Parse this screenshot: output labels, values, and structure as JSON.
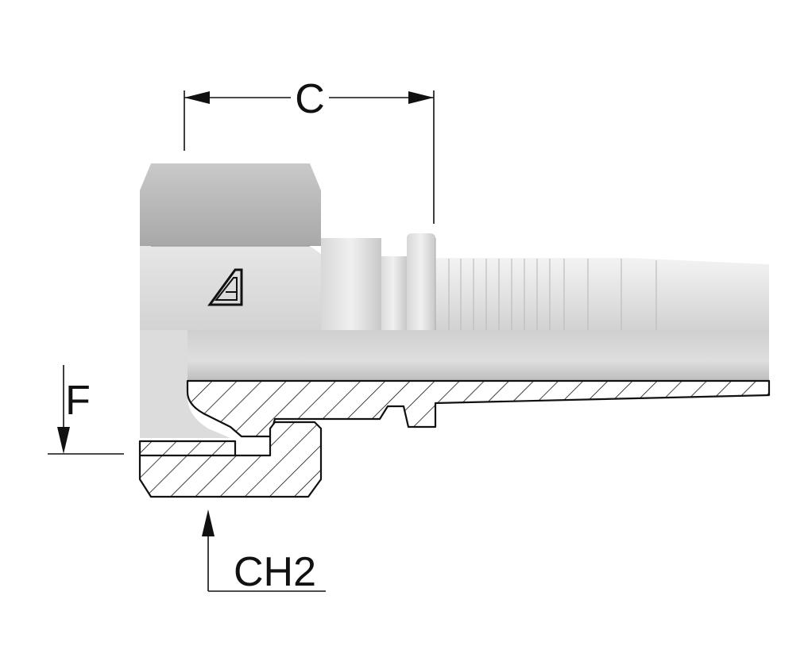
{
  "labels": {
    "c": "C",
    "f": "F",
    "ch2": "CH2"
  },
  "icons": {
    "brand": "brand-logo-icon"
  },
  "colors": {
    "line": "#111111",
    "metal_light": "#e2e2e2",
    "metal_mid": "#c6c6c6",
    "metal_dark": "#9a9a9a",
    "nut_top": "#b4b4b4",
    "section_fill": "#ffffff"
  }
}
